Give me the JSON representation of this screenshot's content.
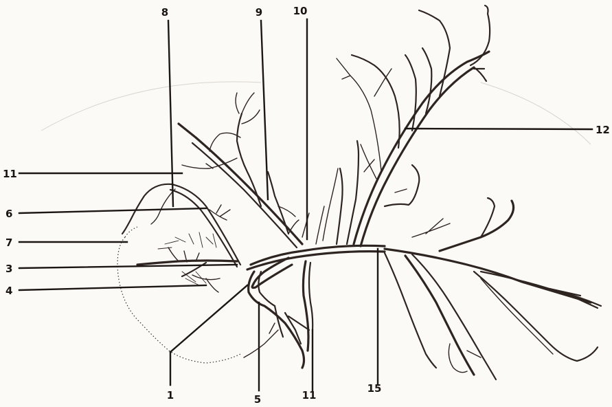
{
  "labels": {
    "l1": "1",
    "l3": "3",
    "l4": "4",
    "l5": "5",
    "l6": "6",
    "l7": "7",
    "l8": "8",
    "l9": "9",
    "l10": "10",
    "l11a": "11",
    "l11b": "11",
    "l12": "12",
    "l15": "15"
  }
}
